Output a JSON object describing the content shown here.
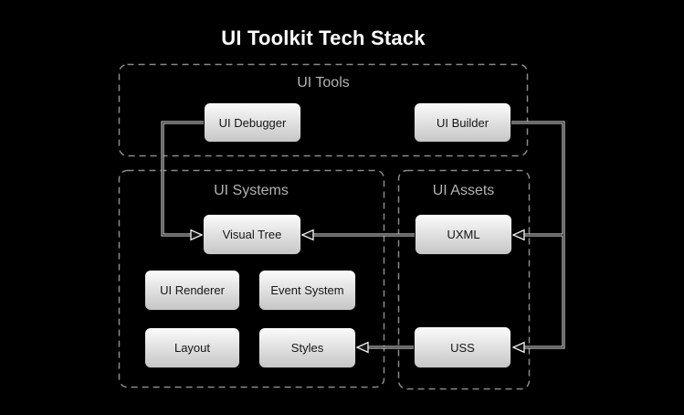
{
  "title": "UI Toolkit Tech Stack",
  "groups": [
    {
      "label": "UI Tools"
    },
    {
      "label": "UI Systems"
    },
    {
      "label": "UI Assets"
    }
  ],
  "nodes": [
    {
      "label": "UI Debugger"
    },
    {
      "label": "UI Builder"
    },
    {
      "label": "Visual Tree"
    },
    {
      "label": "UI Renderer"
    },
    {
      "label": "Event System"
    },
    {
      "label": "Layout"
    },
    {
      "label": "Styles"
    },
    {
      "label": "UXML"
    },
    {
      "label": "USS"
    }
  ],
  "edges": [
    {
      "from": "UI Debugger",
      "to": "Visual Tree"
    },
    {
      "from": "UI Builder",
      "to": "UXML"
    },
    {
      "from": "UI Builder",
      "to": "USS"
    },
    {
      "from": "UXML",
      "to": "Visual Tree"
    },
    {
      "from": "USS",
      "to": "Styles"
    }
  ],
  "colors": {
    "bg": "#000000",
    "title-text": "#ffffff",
    "group-border": "#8a8a8a",
    "group-label": "#b3b3b3",
    "node-top": "#fbfbfb",
    "node-bottom": "#c6c6c6",
    "node-border": "#0d0d0d",
    "node-text": "#161616",
    "wire": "#f2f2f2",
    "wire-core": "#141414"
  }
}
